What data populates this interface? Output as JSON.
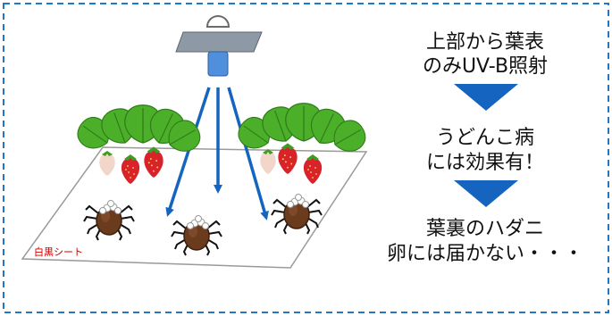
{
  "colors": {
    "border": "#1f77c6",
    "arrow": "#1565c0",
    "down_arrow": "#1565c0",
    "lamp_head": "#8e99a6",
    "lamp_body": "#4f8fdc",
    "sheet_label": "#cc0000",
    "strawberry": "#d8232a",
    "leaf": "#4caf2a",
    "mite_body": "#6b3b1e"
  },
  "icons": [
    "uv-lamp-icon",
    "strawberry-plant-icon",
    "spider-mite-icon",
    "down-arrow-icon"
  ],
  "illustration": {
    "sheet_label": "白黒シート"
  },
  "steps": [
    {
      "line1": "上部から葉表",
      "line2": "のみUV-B照射"
    },
    {
      "line1": "うどんこ病",
      "line2": "には効果有！"
    },
    {
      "line1": "葉裏のハダニ",
      "line2": "卵には届かない・・・"
    }
  ]
}
